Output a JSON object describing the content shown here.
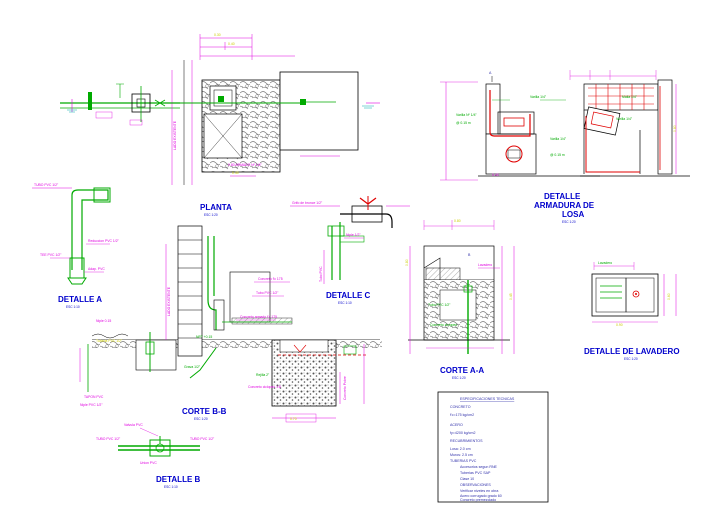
{
  "titles": {
    "planta": "PLANTA",
    "detalle_a": "DETALLE A",
    "detalle_b": "DETALLE B",
    "detalle_c": "DETALLE C",
    "corte_bb": "CORTE B-B",
    "corte_aa": "CORTE A-A",
    "detalle_losa_1": "DETALLE",
    "detalle_losa_2": "ARMADURA DE",
    "detalle_losa_3": "LOSA",
    "detalle_lavadero": "DETALLE DE LAVADERO"
  },
  "scales": {
    "planta": "ESC 1:20",
    "detalle_a": "ESC 1:10",
    "detalle_b": "ESC 1:10",
    "detalle_c": "ESC 1:10",
    "corte_bb": "ESC 1:20",
    "corte_aa": "ESC 1:20",
    "detalle_losa": "ESC 1:20",
    "detalle_lavadero": "ESC 1:20"
  },
  "labels": {
    "lado_existente": "LADO EXISTENTE",
    "lado_existente_2": "LADO EXISTENTE",
    "corte_a": "A",
    "corte_b": "B"
  },
  "notes": [
    "ESPECIFICACIONES TECNICAS",
    "CONCRETO",
    "f'c=175 kg/cm2",
    "ACERO",
    "fy=4200 kg/cm2",
    "RECUBRIMIENTOS",
    "Losa: 2.0 cm",
    "Muros: 2.5 cm",
    "TUBERIAS PVC",
    "Accesorios segun RNE",
    "Tuberias PVC SAP",
    "Clase 10",
    "OBSERVACIONES",
    "Verificar niveles en obra",
    "Acero corrugado grado 60",
    "Concreto premezclado"
  ],
  "colors": {
    "background": "#ffffff",
    "dimension": "#e000e0",
    "pipe": "#00aa00",
    "outline": "#000000",
    "accent_red": "#e00000",
    "title": "#0000cc",
    "callout": "#cccc00"
  }
}
